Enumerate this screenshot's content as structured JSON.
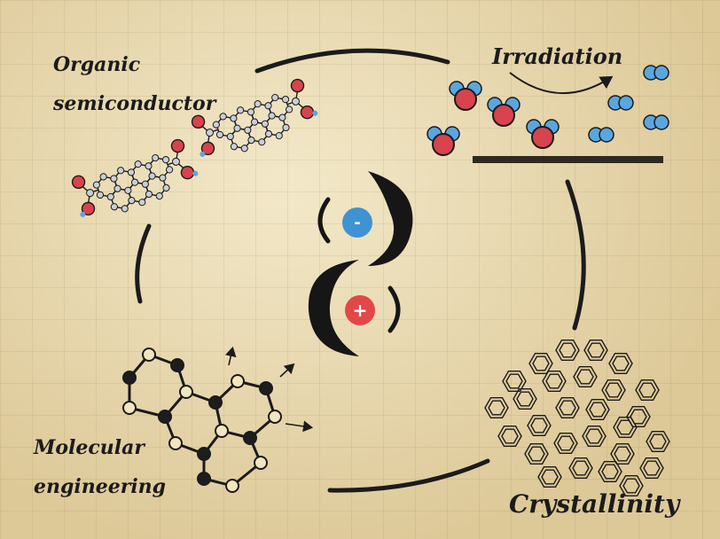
{
  "labels": {
    "organic": [
      "Organic",
      "semiconductor"
    ],
    "irradiation": "Irradiation",
    "molecular": [
      "Molecular",
      "engineering"
    ],
    "crystallinity": "Crystallinity"
  },
  "charges": {
    "negative": "-",
    "positive": "+"
  },
  "colors": {
    "ink": "#1b1b1b",
    "oxygen": "#d8434d",
    "hydrogen": "#5aa6df",
    "carbon_node": "#c9ced7",
    "negative_charge": "#3f93d2",
    "positive_charge": "#e24848",
    "open_node": "#f1e6bf",
    "filled_node": "#1d1d1d"
  }
}
